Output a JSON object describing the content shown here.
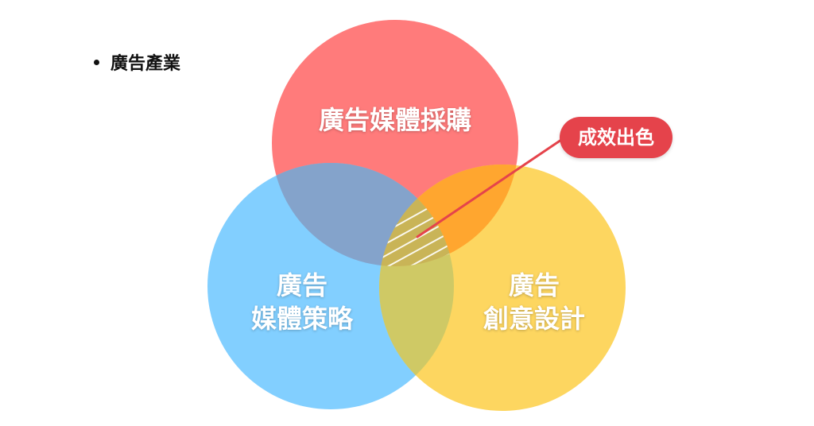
{
  "bullet": {
    "text": "廣告產業"
  },
  "venn": {
    "sets": [
      {
        "label_lines": [
          "廣告媒體採購"
        ],
        "color": "#FF7B7B"
      },
      {
        "label_lines": [
          "廣告",
          "媒體策略"
        ],
        "color": "#82CFFF"
      },
      {
        "label_lines": [
          "廣告",
          "創意設計"
        ],
        "color": "#FDD660"
      }
    ],
    "overlap_colors": {
      "red_blue": "#84A3CB",
      "red_yellow": "#FFA62F",
      "blue_yellow": "#CFC965",
      "all": "#C9B457"
    },
    "callout": {
      "text": "成效出色",
      "color": "#E5434B"
    }
  }
}
